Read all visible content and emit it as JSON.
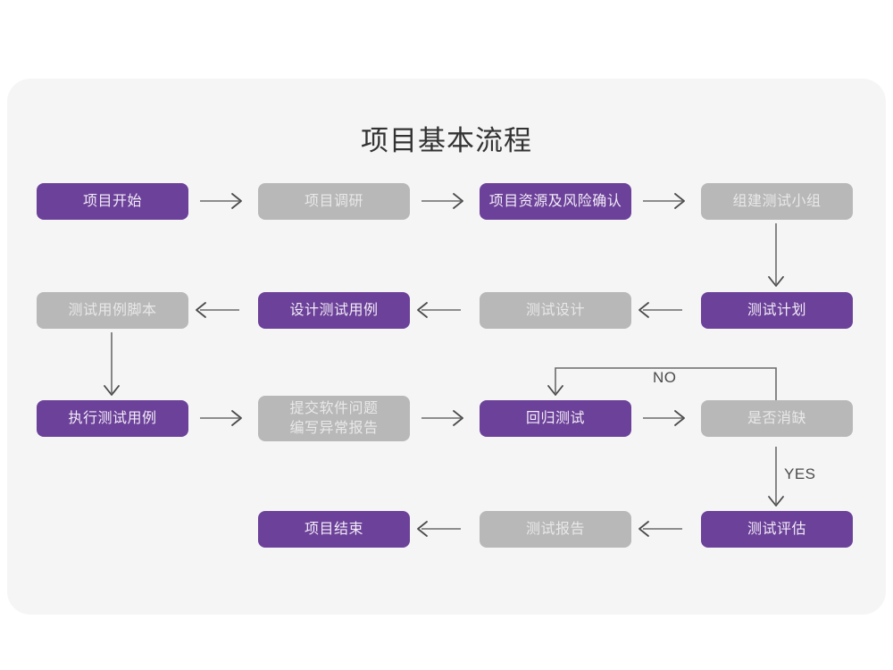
{
  "title": "项目基本流程",
  "theme": {
    "page_background": "#ffffff",
    "card_background": "#f5f5f6",
    "accent_purple": "#6c4199",
    "muted_gray": "#b8b8b8",
    "connector": "#6b6b6b",
    "label_text": "#4a4a4a"
  },
  "diagram": {
    "type": "flowchart",
    "nodes": [
      {
        "id": "n1",
        "label": "项目开始",
        "style": "purple",
        "row": 1,
        "col": 1
      },
      {
        "id": "n2",
        "label": "项目调研",
        "style": "gray",
        "row": 1,
        "col": 2
      },
      {
        "id": "n3",
        "label": "项目资源及风险确认",
        "style": "purple",
        "row": 1,
        "col": 3
      },
      {
        "id": "n4",
        "label": "组建测试小组",
        "style": "gray",
        "row": 1,
        "col": 4
      },
      {
        "id": "n5",
        "label": "测试用例脚本",
        "style": "gray",
        "row": 2,
        "col": 1
      },
      {
        "id": "n6",
        "label": "设计测试用例",
        "style": "purple",
        "row": 2,
        "col": 2
      },
      {
        "id": "n7",
        "label": "测试设计",
        "style": "gray",
        "row": 2,
        "col": 3
      },
      {
        "id": "n8",
        "label": "测试计划",
        "style": "purple",
        "row": 2,
        "col": 4
      },
      {
        "id": "n9",
        "label": "执行测试用例",
        "style": "purple",
        "row": 3,
        "col": 1
      },
      {
        "id": "n10",
        "label": "提交软件问题\n编写异常报告",
        "style": "gray",
        "row": 3,
        "col": 2
      },
      {
        "id": "n11",
        "label": "回归测试",
        "style": "purple",
        "row": 3,
        "col": 3
      },
      {
        "id": "n12",
        "label": "是否消缺",
        "style": "gray",
        "row": 3,
        "col": 4
      },
      {
        "id": "n13",
        "label": "项目结束",
        "style": "purple",
        "row": 4,
        "col": 2
      },
      {
        "id": "n14",
        "label": "测试报告",
        "style": "gray",
        "row": 4,
        "col": 3
      },
      {
        "id": "n15",
        "label": "测试评估",
        "style": "purple",
        "row": 4,
        "col": 4
      }
    ],
    "edges": [
      {
        "from": "n1",
        "to": "n2",
        "label": "",
        "direction": "right"
      },
      {
        "from": "n2",
        "to": "n3",
        "label": "",
        "direction": "right"
      },
      {
        "from": "n3",
        "to": "n4",
        "label": "",
        "direction": "right"
      },
      {
        "from": "n4",
        "to": "n8",
        "label": "",
        "direction": "down"
      },
      {
        "from": "n8",
        "to": "n7",
        "label": "",
        "direction": "left"
      },
      {
        "from": "n7",
        "to": "n6",
        "label": "",
        "direction": "left"
      },
      {
        "from": "n6",
        "to": "n5",
        "label": "",
        "direction": "left"
      },
      {
        "from": "n5",
        "to": "n9",
        "label": "",
        "direction": "down"
      },
      {
        "from": "n9",
        "to": "n10",
        "label": "",
        "direction": "right"
      },
      {
        "from": "n10",
        "to": "n11",
        "label": "",
        "direction": "right"
      },
      {
        "from": "n11",
        "to": "n12",
        "label": "",
        "direction": "right"
      },
      {
        "from": "n12",
        "to": "n11",
        "label": "NO",
        "direction": "loop-up-left"
      },
      {
        "from": "n12",
        "to": "n15",
        "label": "YES",
        "direction": "down"
      },
      {
        "from": "n15",
        "to": "n14",
        "label": "",
        "direction": "left"
      },
      {
        "from": "n14",
        "to": "n13",
        "label": "",
        "direction": "left"
      }
    ],
    "edge_labels": {
      "no": "NO",
      "yes": "YES"
    }
  }
}
